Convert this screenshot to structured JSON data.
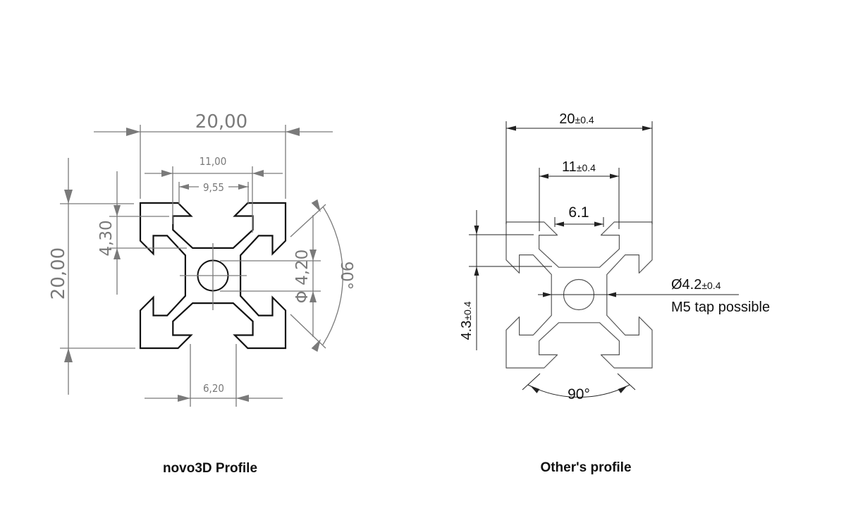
{
  "novo3d": {
    "caption": "novo3D Profile",
    "dim_width": "20,00",
    "dim_height": "20,00",
    "dim_slot_outer": "11,00",
    "dim_slot_inner": "9,55",
    "dim_slot_depth": "4,30",
    "dim_hole": "Φ 4,20",
    "dim_angle": "90°",
    "dim_opening": "6,20"
  },
  "other": {
    "caption": "Other's profile",
    "dim_width": "20",
    "dim_width_tol": "±0.4",
    "dim_slot": "11",
    "dim_slot_tol": "±0.4",
    "dim_opening": "6.1",
    "dim_depth": "4.3",
    "dim_depth_tol": "±0.4",
    "dim_hole": "Ø4.2",
    "dim_hole_tol": "±0.4",
    "hole_note": "M5 tap possible",
    "dim_angle": "90°"
  },
  "colors": {
    "dim_gray": "#7a7a7a",
    "outline_dark": "#111111",
    "outline_gray": "#555555"
  }
}
